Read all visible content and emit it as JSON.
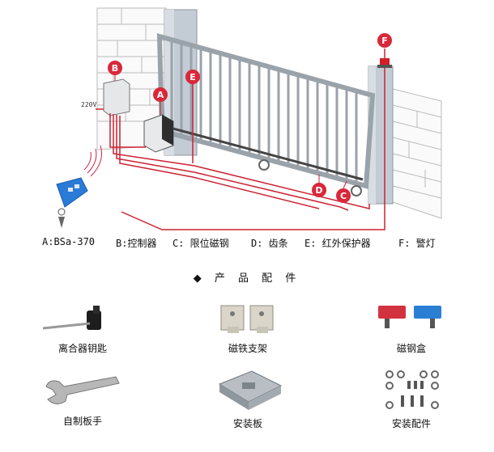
{
  "diagram": {
    "voltage_label": "220V",
    "callouts": {
      "a": "A",
      "b": "B",
      "c": "C",
      "d": "D",
      "e": "E",
      "f": "F"
    }
  },
  "legend": [
    {
      "key": "a",
      "text": "A:BSa-370"
    },
    {
      "key": "b",
      "text": "B:控制器"
    },
    {
      "key": "c",
      "text": "C: 限位磁钢"
    },
    {
      "key": "d",
      "text": "D: 齿条"
    },
    {
      "key": "e",
      "text": "E: 红外保护器"
    },
    {
      "key": "f",
      "text": "F: 警灯"
    }
  ],
  "section_title": "产 品 配 件",
  "accessories": [
    {
      "label": "离合器钥匙",
      "icon": "clutch-key-icon"
    },
    {
      "label": "磁铁支架",
      "icon": "magnet-bracket-icon"
    },
    {
      "label": "磁钢盒",
      "icon": "magnet-box-icon"
    },
    {
      "label": "自制板手",
      "icon": "wrench-icon"
    },
    {
      "label": "安装板",
      "icon": "mounting-plate-icon"
    },
    {
      "label": "安装配件",
      "icon": "screws-icon"
    }
  ],
  "colors": {
    "wire": "#cc2233",
    "callout": "#d8283a",
    "gate": "#c9ced4",
    "pillar": "#bdc6cf",
    "remote": "#2a7bd8"
  }
}
